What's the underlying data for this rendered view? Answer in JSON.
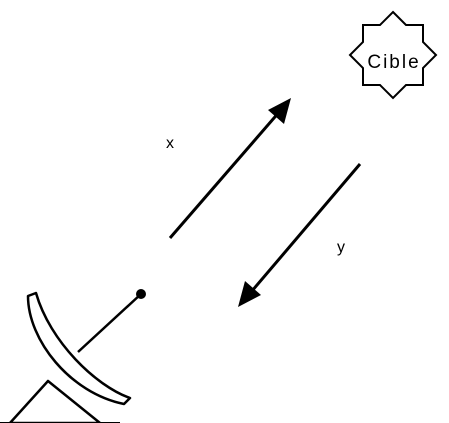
{
  "target": {
    "label": "Cible",
    "icon": "target-star-icon"
  },
  "arrows": {
    "outgoing_label": "x",
    "return_label": "y"
  },
  "antenna": {
    "icon": "satellite-dish-icon"
  },
  "colors": {
    "stroke": "#000000",
    "background": "#ffffff"
  }
}
